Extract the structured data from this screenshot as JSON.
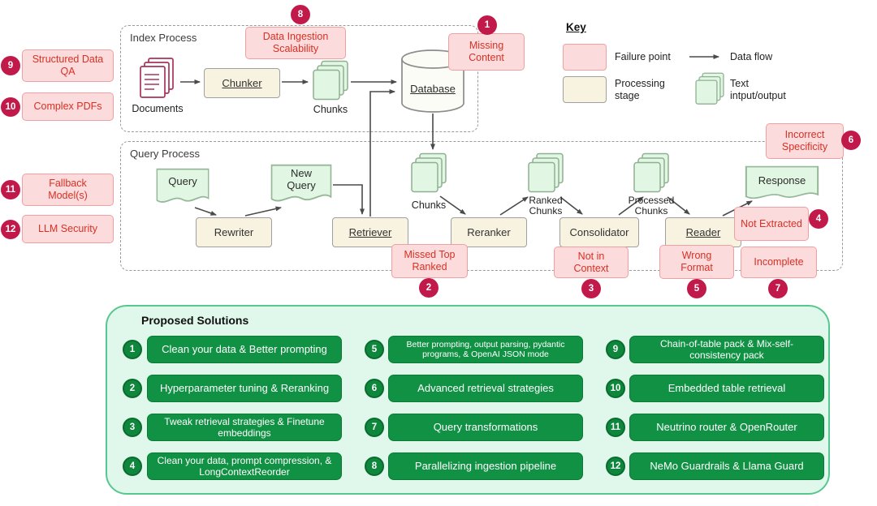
{
  "colors": {
    "failure_bg": "#FBDBDB",
    "failure_border": "#EFA0A0",
    "failure_text": "#D93025",
    "failure_badge": "#C2194B",
    "stage_bg": "#F8F3E0",
    "stage_border": "#A0A0A0",
    "io_bg": "#E1F7E4",
    "io_border": "#96B798",
    "solution_bg": "#119144",
    "solution_border": "#0C7A37",
    "solution_badge": "#0E873C",
    "solutions_panel_bg": "#DFF8EB",
    "solutions_panel_border": "#56C78F",
    "documents_stroke": "#A8335C"
  },
  "index_process": {
    "title": "Index Process",
    "documents_label": "Documents",
    "chunker_label": "Chunker",
    "chunks_label": "Chunks",
    "database_label": "Database"
  },
  "query_process": {
    "title": "Query Process",
    "query_label": "Query",
    "rewriter_label": "Rewriter",
    "new_query_label": "New Query",
    "retriever_label": "Retriever",
    "chunks_label": "Chunks",
    "reranker_label": "Reranker",
    "ranked_chunks_label": "Ranked Chunks",
    "consolidator_label": "Consolidator",
    "processed_chunks_label": "Processed Chunks",
    "reader_label": "Reader",
    "response_label": "Response"
  },
  "key": {
    "title": "Key",
    "failure_point_label": "Failure point",
    "data_flow_label": "Data flow",
    "processing_stage_label": "Processing stage",
    "text_io_label": "Text intput/output"
  },
  "failure_points": {
    "fp1": {
      "num": "1",
      "label": "Missing Content"
    },
    "fp2": {
      "num": "2",
      "label": "Missed Top Ranked"
    },
    "fp3": {
      "num": "3",
      "label": "Not in Context"
    },
    "fp4": {
      "num": "4",
      "label": "Not Extracted"
    },
    "fp5": {
      "num": "5",
      "label": "Wrong Format"
    },
    "fp6": {
      "num": "6",
      "label": "Incorrect Specificity"
    },
    "fp7": {
      "num": "7",
      "label": "Incomplete"
    },
    "fp8": {
      "num": "8",
      "label": "Data Ingestion Scalability"
    },
    "fp9": {
      "num": "9",
      "label": "Structured Data QA"
    },
    "fp10": {
      "num": "10",
      "label": "Complex PDFs"
    },
    "fp11": {
      "num": "11",
      "label": "Fallback Model(s)"
    },
    "fp12": {
      "num": "12",
      "label": "LLM Security"
    }
  },
  "solutions": {
    "title": "Proposed Solutions",
    "items": [
      {
        "num": "1",
        "label": "Clean your data & Better prompting"
      },
      {
        "num": "2",
        "label": "Hyperparameter tuning & Reranking"
      },
      {
        "num": "3",
        "label": "Tweak retrieval strategies & Finetune embeddings"
      },
      {
        "num": "4",
        "label": "Clean your data, prompt compression, & LongContextReorder"
      },
      {
        "num": "5",
        "label": "Better prompting, output parsing, pydantic programs, & OpenAI JSON mode"
      },
      {
        "num": "6",
        "label": "Advanced retrieval strategies"
      },
      {
        "num": "7",
        "label": "Query transformations"
      },
      {
        "num": "8",
        "label": "Parallelizing ingestion pipeline"
      },
      {
        "num": "9",
        "label": "Chain-of-table pack & Mix-self-consistency pack"
      },
      {
        "num": "10",
        "label": "Embedded table retrieval"
      },
      {
        "num": "11",
        "label": "Neutrino router & OpenRouter"
      },
      {
        "num": "12",
        "label": "NeMo Guardrails & Llama Guard"
      }
    ]
  }
}
